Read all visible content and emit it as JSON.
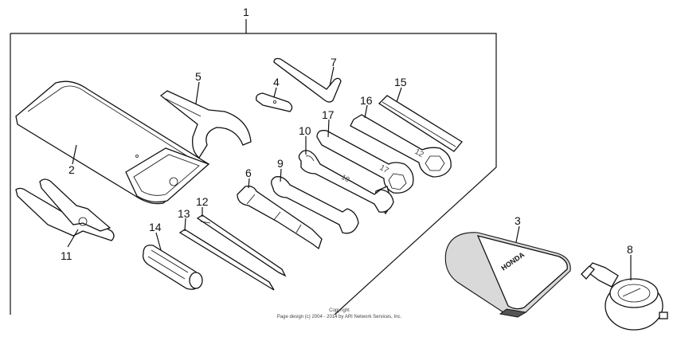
{
  "callouts": [
    {
      "id": "1",
      "text": "1"
    },
    {
      "id": "2",
      "text": "2"
    },
    {
      "id": "3",
      "text": "3"
    },
    {
      "id": "4",
      "text": "4"
    },
    {
      "id": "5",
      "text": "5"
    },
    {
      "id": "6",
      "text": "6"
    },
    {
      "id": "7",
      "text": "7"
    },
    {
      "id": "8",
      "text": "8"
    },
    {
      "id": "9",
      "text": "9"
    },
    {
      "id": "10",
      "text": "10"
    },
    {
      "id": "11",
      "text": "11"
    },
    {
      "id": "12",
      "text": "12"
    },
    {
      "id": "13",
      "text": "13"
    },
    {
      "id": "14",
      "text": "14"
    },
    {
      "id": "15",
      "text": "15"
    },
    {
      "id": "16",
      "text": "16"
    },
    {
      "id": "17",
      "text": "17"
    }
  ],
  "wrench_marks": {
    "w17": "17",
    "w12": "12",
    "w10": "10"
  },
  "pouch_brand": "HONDA",
  "copyright": {
    "line1": "Copyright",
    "line2": "Page design (c) 2004 - 2014 by ARI Network Services, Inc."
  }
}
